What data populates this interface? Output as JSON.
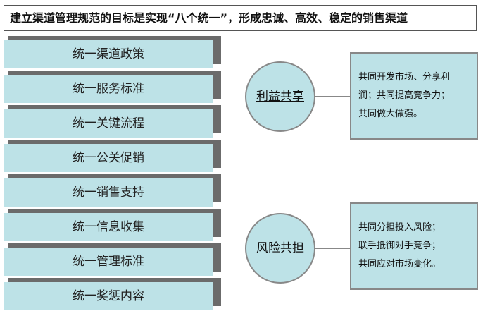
{
  "title": "建立渠道管理规范的目标是实现“八个统一”，形成忠诚、高效、稳定的销售渠道",
  "items": [
    "统一渠道政策",
    "统一服务标准",
    "统一关键流程",
    "统一公关促销",
    "统一销售支持",
    "统一信息收集",
    "统一管理标准",
    "统一奖惩内容"
  ],
  "nodes": [
    {
      "label": "利益共享",
      "lines": [
        "共同开发市场、分享利",
        "润；共同提高竞争力；",
        "共同做大做强。"
      ]
    },
    {
      "label": "风险共担",
      "lines": [
        "共同分担投入风险；",
        "联手抵御对手竞争；",
        "共同应对市场变化。"
      ]
    }
  ],
  "colors": {
    "fill": "#bde2e7",
    "shadow": "#6b6b6b",
    "border": "#888888"
  }
}
